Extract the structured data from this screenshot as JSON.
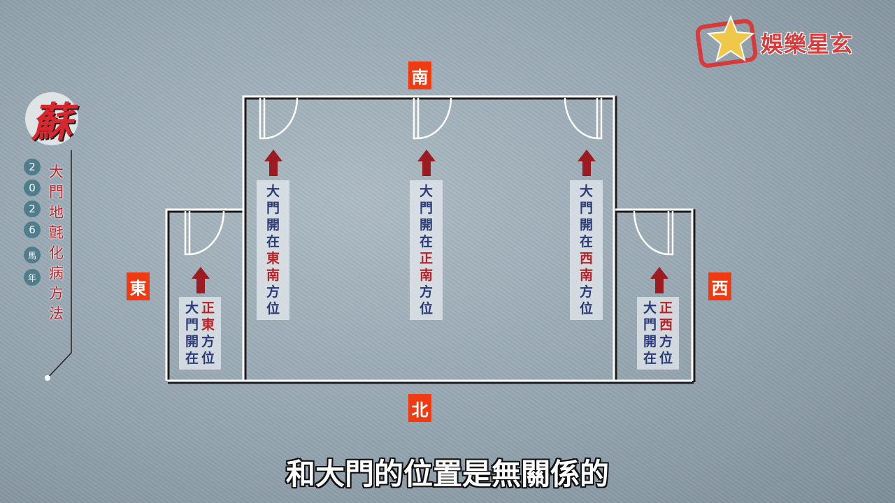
{
  "directions": {
    "south": "南",
    "north": "北",
    "east": "東",
    "west": "西"
  },
  "labels": {
    "southeast": {
      "prefix": [
        "大",
        "門",
        "開",
        "在"
      ],
      "dir": [
        "東",
        "南"
      ],
      "suffix": [
        "方",
        "位"
      ]
    },
    "south": {
      "prefix": [
        "大",
        "門",
        "開",
        "在"
      ],
      "dir": [
        "正",
        "南"
      ],
      "suffix": [
        "方",
        "位"
      ]
    },
    "southwest": {
      "prefix": [
        "大",
        "門",
        "開",
        "在"
      ],
      "dir": [
        "西",
        "南"
      ],
      "suffix": [
        "方",
        "位"
      ]
    },
    "east": {
      "left": [
        "大",
        "門",
        "開",
        "在"
      ],
      "dir": [
        "正",
        "東"
      ],
      "suffix": [
        "方",
        "位"
      ]
    },
    "west": {
      "left": [
        "大",
        "門",
        "開",
        "在"
      ],
      "dir": [
        "正",
        "西"
      ],
      "suffix": [
        "方",
        "位"
      ]
    }
  },
  "sidebar": {
    "logo_char": "蘇",
    "year_badges": [
      "2",
      "0",
      "2",
      "6",
      "馬",
      "年"
    ],
    "title_chars": [
      "大",
      "門",
      "地",
      "氈",
      "化",
      "病",
      "方",
      "法"
    ]
  },
  "brand": {
    "name": "娛樂星玄"
  },
  "subtitle": "和大門的位置是無關係的",
  "colors": {
    "direction_bg": "#f03a12",
    "accent_red": "#b82126",
    "text_blue": "#2b3a78"
  }
}
